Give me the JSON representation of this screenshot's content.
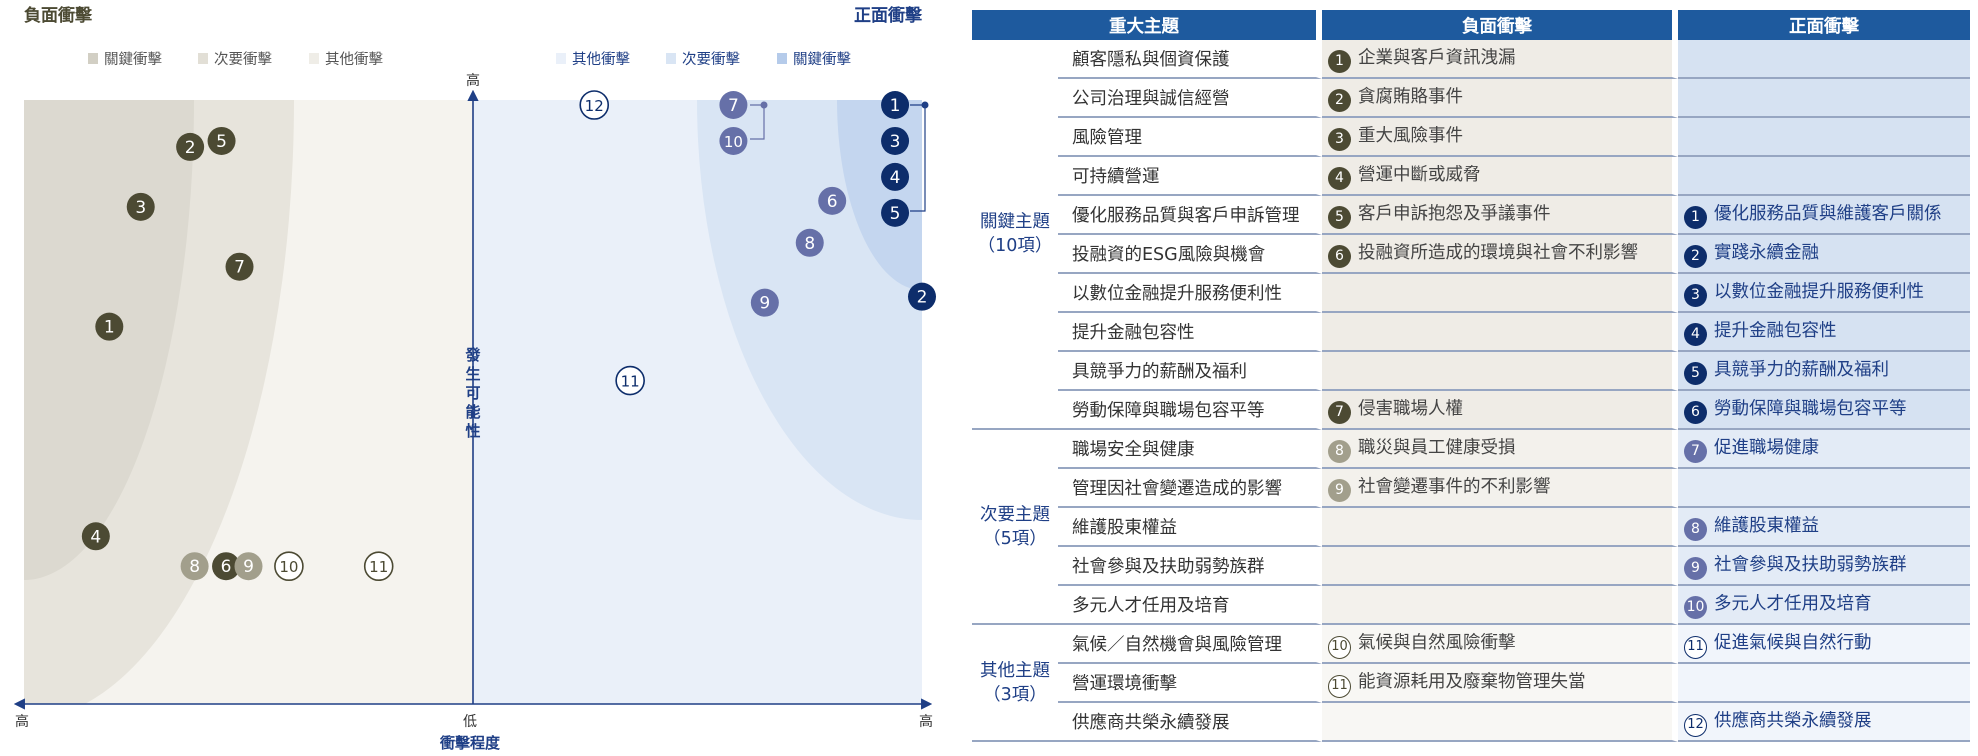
{
  "matrix": {
    "negative_title": "負面衝擊",
    "positive_title": "正面衝擊",
    "negative_legend": [
      "關鍵衝擊",
      "次要衝擊",
      "其他衝擊"
    ],
    "positive_legend": [
      "其他衝擊",
      "次要衝擊",
      "關鍵衝擊"
    ],
    "y_axis_label": "發生可能性",
    "y_axis_top": "高",
    "x_axis_label": "衝擊程度",
    "x_left": "高",
    "x_center": "低",
    "x_right": "高",
    "colors": {
      "neg_major": "#4c4a33",
      "neg_minor": "#a29f8c",
      "neg_other": "#ffffff",
      "pos_major": "#0d2d6b",
      "pos_minor": "#6670a8",
      "pos_other": "#ffffff",
      "axis": "#1f3f86"
    }
  },
  "chart_data": {
    "type": "scatter",
    "x_axis": "衝擊程度",
    "y_axis": "發生可能性",
    "note_scale": "impact 0 (低) to 1 (高) outward from center; likelihood 0 to 1",
    "negative": [
      {
        "id": "1",
        "impact": 0.81,
        "likelihood": 0.63,
        "level": "major"
      },
      {
        "id": "2",
        "impact": 0.63,
        "likelihood": 0.93,
        "level": "major"
      },
      {
        "id": "3",
        "impact": 0.74,
        "likelihood": 0.83,
        "level": "major"
      },
      {
        "id": "4",
        "impact": 0.84,
        "likelihood": 0.28,
        "level": "major"
      },
      {
        "id": "5",
        "impact": 0.56,
        "likelihood": 0.94,
        "level": "major"
      },
      {
        "id": "6",
        "impact": 0.55,
        "likelihood": 0.23,
        "level": "major"
      },
      {
        "id": "7",
        "impact": 0.52,
        "likelihood": 0.73,
        "level": "major"
      },
      {
        "id": "8",
        "impact": 0.62,
        "likelihood": 0.23,
        "level": "minor"
      },
      {
        "id": "9",
        "impact": 0.5,
        "likelihood": 0.23,
        "level": "minor"
      },
      {
        "id": "10",
        "impact": 0.41,
        "likelihood": 0.23,
        "level": "other"
      },
      {
        "id": "11",
        "impact": 0.21,
        "likelihood": 0.23,
        "level": "other"
      }
    ],
    "positive": [
      {
        "id": "1",
        "impact": 0.94,
        "likelihood": 1.0,
        "level": "major"
      },
      {
        "id": "2",
        "impact": 1.0,
        "likelihood": 0.68,
        "level": "major"
      },
      {
        "id": "3",
        "impact": 0.94,
        "likelihood": 0.94,
        "level": "major"
      },
      {
        "id": "4",
        "impact": 0.94,
        "likelihood": 0.88,
        "level": "major"
      },
      {
        "id": "5",
        "impact": 0.94,
        "likelihood": 0.82,
        "level": "major"
      },
      {
        "id": "6",
        "impact": 0.8,
        "likelihood": 0.84,
        "level": "minor"
      },
      {
        "id": "7",
        "impact": 0.58,
        "likelihood": 1.0,
        "level": "minor"
      },
      {
        "id": "8",
        "impact": 0.75,
        "likelihood": 0.77,
        "level": "minor"
      },
      {
        "id": "9",
        "impact": 0.65,
        "likelihood": 0.67,
        "level": "minor"
      },
      {
        "id": "10",
        "impact": 0.58,
        "likelihood": 0.94,
        "level": "minor"
      },
      {
        "id": "11",
        "impact": 0.35,
        "likelihood": 0.54,
        "level": "other"
      },
      {
        "id": "12",
        "impact": 0.27,
        "likelihood": 1.0,
        "level": "other"
      }
    ]
  },
  "table": {
    "headers": [
      "重大主題",
      "負面衝擊",
      "正面衝擊"
    ],
    "groups": [
      {
        "label": "關鍵主題",
        "count": "（10項）",
        "level": "major",
        "rows": [
          {
            "topic": "顧客隱私與個資保護",
            "neg_id": "1",
            "neg": "企業與客戶資訊洩漏",
            "pos_id": "",
            "pos": ""
          },
          {
            "topic": "公司治理與誠信經營",
            "neg_id": "2",
            "neg": "貪腐賄賂事件",
            "pos_id": "",
            "pos": ""
          },
          {
            "topic": "風險管理",
            "neg_id": "3",
            "neg": "重大風險事件",
            "pos_id": "",
            "pos": ""
          },
          {
            "topic": "可持續營運",
            "neg_id": "4",
            "neg": "營運中斷或威脅",
            "pos_id": "",
            "pos": ""
          },
          {
            "topic": "優化服務品質與客戶申訴管理",
            "neg_id": "5",
            "neg": "客戶申訴抱怨及爭議事件",
            "pos_id": "1",
            "pos": "優化服務品質與維護客戶關係"
          },
          {
            "topic": "投融資的ESG風險與機會",
            "neg_id": "6",
            "neg": "投融資所造成的環境與社會不利影響",
            "pos_id": "2",
            "pos": "實踐永續金融"
          },
          {
            "topic": "以數位金融提升服務便利性",
            "neg_id": "",
            "neg": "",
            "pos_id": "3",
            "pos": "以數位金融提升服務便利性"
          },
          {
            "topic": "提升金融包容性",
            "neg_id": "",
            "neg": "",
            "pos_id": "4",
            "pos": "提升金融包容性"
          },
          {
            "topic": "具競爭力的薪酬及福利",
            "neg_id": "",
            "neg": "",
            "pos_id": "5",
            "pos": "具競爭力的薪酬及福利"
          },
          {
            "topic": "勞動保障與職場包容平等",
            "neg_id": "7",
            "neg": "侵害職場人權",
            "pos_id": "6",
            "pos": "勞動保障與職場包容平等"
          }
        ]
      },
      {
        "label": "次要主題",
        "count": "（5項）",
        "level": "minor",
        "rows": [
          {
            "topic": "職場安全與健康",
            "neg_id": "8",
            "neg": "職災與員工健康受損",
            "pos_id": "7",
            "pos": "促進職場健康"
          },
          {
            "topic": "管理因社會變遷造成的影響",
            "neg_id": "9",
            "neg": "社會變遷事件的不利影響",
            "pos_id": "",
            "pos": ""
          },
          {
            "topic": "維護股東權益",
            "neg_id": "",
            "neg": "",
            "pos_id": "8",
            "pos": "維護股東權益"
          },
          {
            "topic": "社會參與及扶助弱勢族群",
            "neg_id": "",
            "neg": "",
            "pos_id": "9",
            "pos": "社會參與及扶助弱勢族群"
          },
          {
            "topic": "多元人才任用及培育",
            "neg_id": "",
            "neg": "",
            "pos_id": "10",
            "pos": "多元人才任用及培育"
          }
        ]
      },
      {
        "label": "其他主題",
        "count": "（3項）",
        "level": "other",
        "rows": [
          {
            "topic": "氣候／自然機會與風險管理",
            "neg_id": "10",
            "neg": "氣候與自然風險衝擊",
            "pos_id": "11",
            "pos": "促進氣候與自然行動"
          },
          {
            "topic": "營運環境衝擊",
            "neg_id": "11",
            "neg": "能資源耗用及廢棄物管理失當",
            "pos_id": "",
            "pos": ""
          },
          {
            "topic": "供應商共榮永續發展",
            "neg_id": "",
            "neg": "",
            "pos_id": "12",
            "pos": "供應商共榮永續發展"
          }
        ]
      }
    ]
  }
}
